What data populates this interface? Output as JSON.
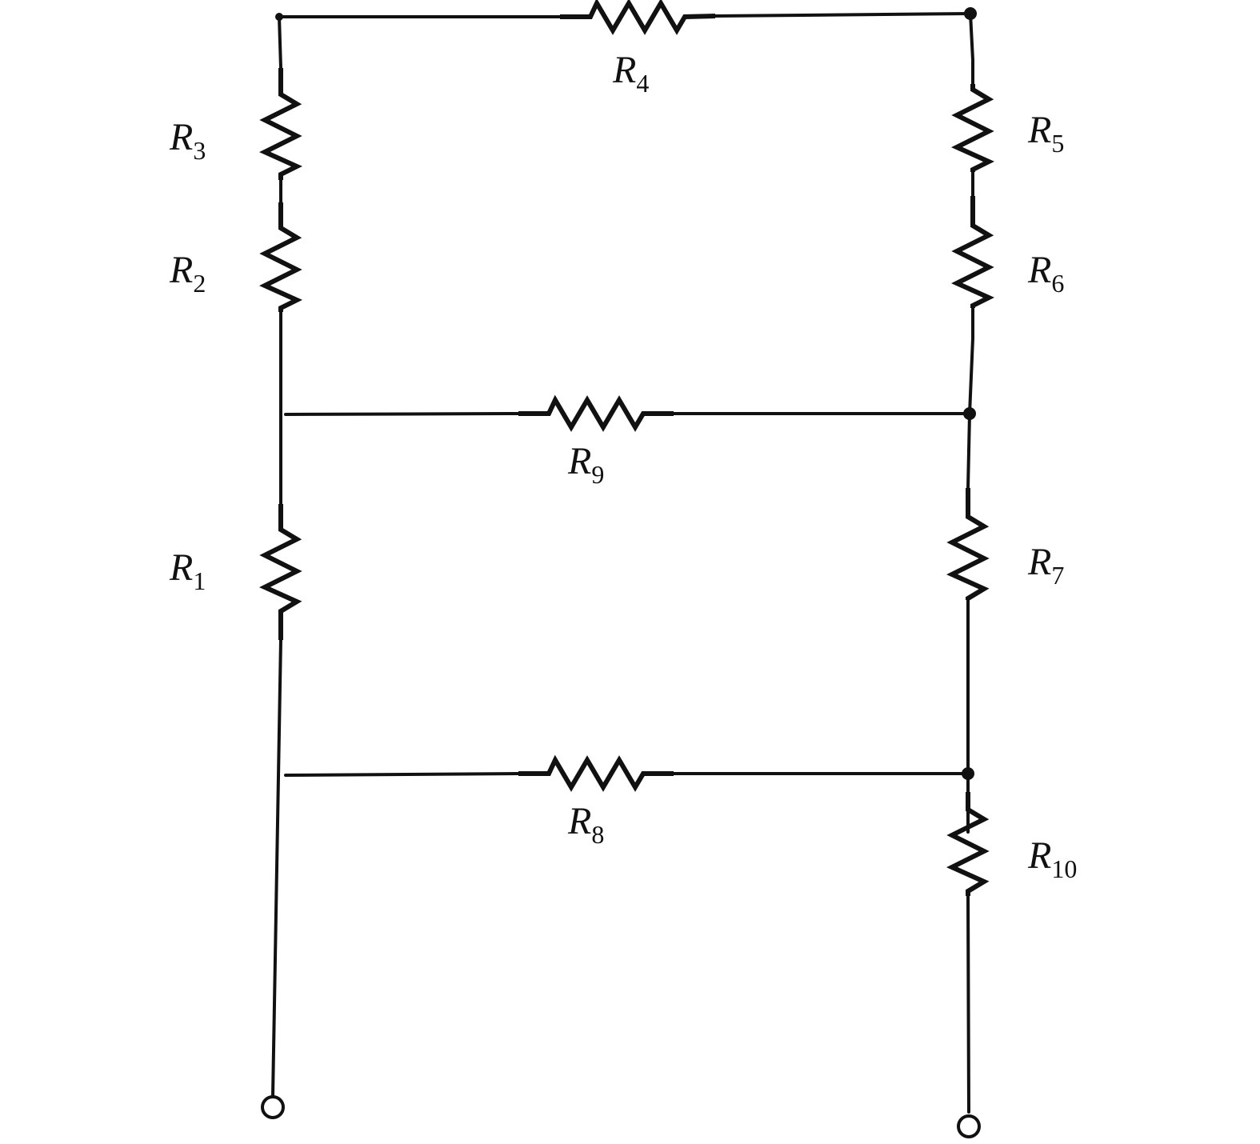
{
  "resistors": [
    {
      "letter": "R",
      "subscript": "1"
    },
    {
      "letter": "R",
      "subscript": "2"
    },
    {
      "letter": "R",
      "subscript": "3"
    },
    {
      "letter": "R",
      "subscript": "4"
    },
    {
      "letter": "R",
      "subscript": "5"
    },
    {
      "letter": "R",
      "subscript": "6"
    },
    {
      "letter": "R",
      "subscript": "7"
    },
    {
      "letter": "R",
      "subscript": "8"
    },
    {
      "letter": "R",
      "subscript": "9"
    },
    {
      "letter": "R",
      "subscript": "10"
    }
  ]
}
